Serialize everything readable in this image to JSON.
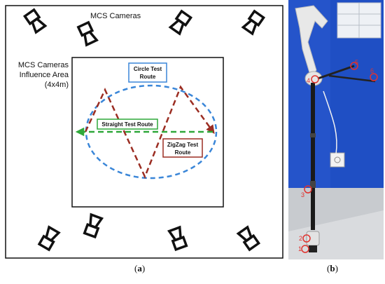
{
  "panel_a": {
    "cameras_label": "MCS Cameras",
    "area_label_lines": [
      "MCS Cameras",
      "Influence Area",
      "(4x4m)"
    ],
    "circle_route_lines": [
      "Circle Test",
      "Route"
    ],
    "straight_route_label": "Straight Test Route",
    "zigzag_route_lines": [
      "ZigZag Test",
      "Route"
    ],
    "colors": {
      "circle": "#3a86d8",
      "straight": "#2fa83a",
      "zigzag": "#9b2d22",
      "camera": "#111111",
      "frame": "#111111"
    }
  },
  "panel_b": {
    "markers": [
      "1",
      "2",
      "3",
      "4",
      "5",
      "6"
    ],
    "marker_color": "#e0332f",
    "wall_color": "#1f4fc4",
    "floor_color": "#d9dbde"
  },
  "captions": {
    "a": {
      "open": "(",
      "letter": "a",
      "close": ")"
    },
    "b": {
      "open": "(",
      "letter": "b",
      "close": ")"
    }
  }
}
